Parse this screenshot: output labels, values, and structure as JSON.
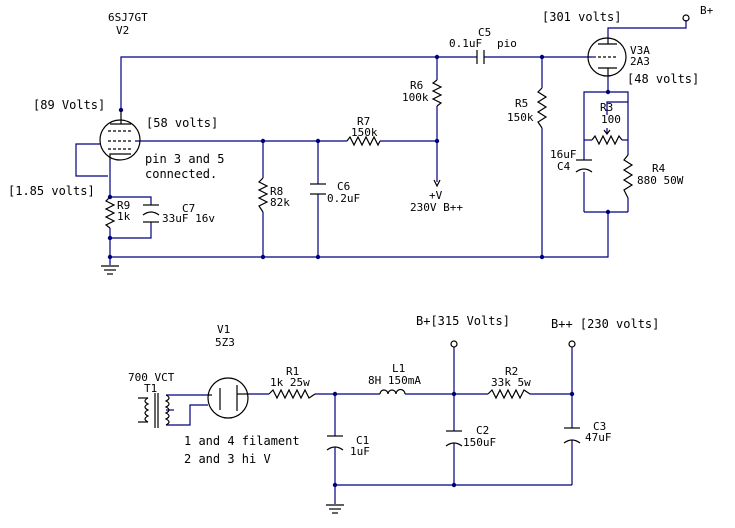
{
  "stage": {
    "v2_type": "6SJ7GT",
    "v2_ref": "V2",
    "plate_v2_volts": "[89 Volts]",
    "screen_volts": "[58 volts]",
    "cathode_volts": "[1.85 volts]",
    "pin_note_line1": "pin 3 and 5",
    "pin_note_line2": "connected.",
    "r9_ref": "R9",
    "r9_val": "1k",
    "c7_ref": "C7",
    "c7_val": "33uF 16v",
    "r8_ref": "R8",
    "r8_val": "82k",
    "c6_ref": "C6",
    "c6_val": "0.2uF",
    "r7_ref": "R7",
    "r7_val": "150k",
    "r6_ref": "R6",
    "r6_val": "100k",
    "supply_plus": "+V",
    "supply_val": "230V B++",
    "c5_ref": "C5",
    "c5_val": "0.1uF",
    "c5_type": "pio",
    "r5_ref": "R5",
    "r5_val": "150k",
    "plate_v3_volts": "[301 volts]",
    "bplus": "B+",
    "v3_ref": "V3A",
    "v3_type": "2A3",
    "v3_cathode_volts": "[48 volts]",
    "r3_ref": "R3",
    "r3_val": "100",
    "c4_val": "16uF",
    "c4_ref": "C4",
    "r4_ref": "R4",
    "r4_val": "880 50W"
  },
  "psu": {
    "v1_ref": "V1",
    "v1_type": "5Z3",
    "t1_rating": "700 VCT",
    "t1_ref": "T1",
    "r1_ref": "R1",
    "r1_val": "1k 25w",
    "l1_ref": "L1",
    "l1_val": "8H 150mA",
    "bplus_volts": "B+[315 Volts]",
    "bpp_volts": "B++ [230 volts]",
    "r2_ref": "R2",
    "r2_val": "33k 5w",
    "c1_ref": "C1",
    "c1_val": "1uF",
    "c2_ref": "C2",
    "c2_val": "150uF",
    "c3_ref": "C3",
    "c3_val": "47uF",
    "note_line1": "1 and 4 filament",
    "note_line2": "2 and 3 hi V"
  }
}
